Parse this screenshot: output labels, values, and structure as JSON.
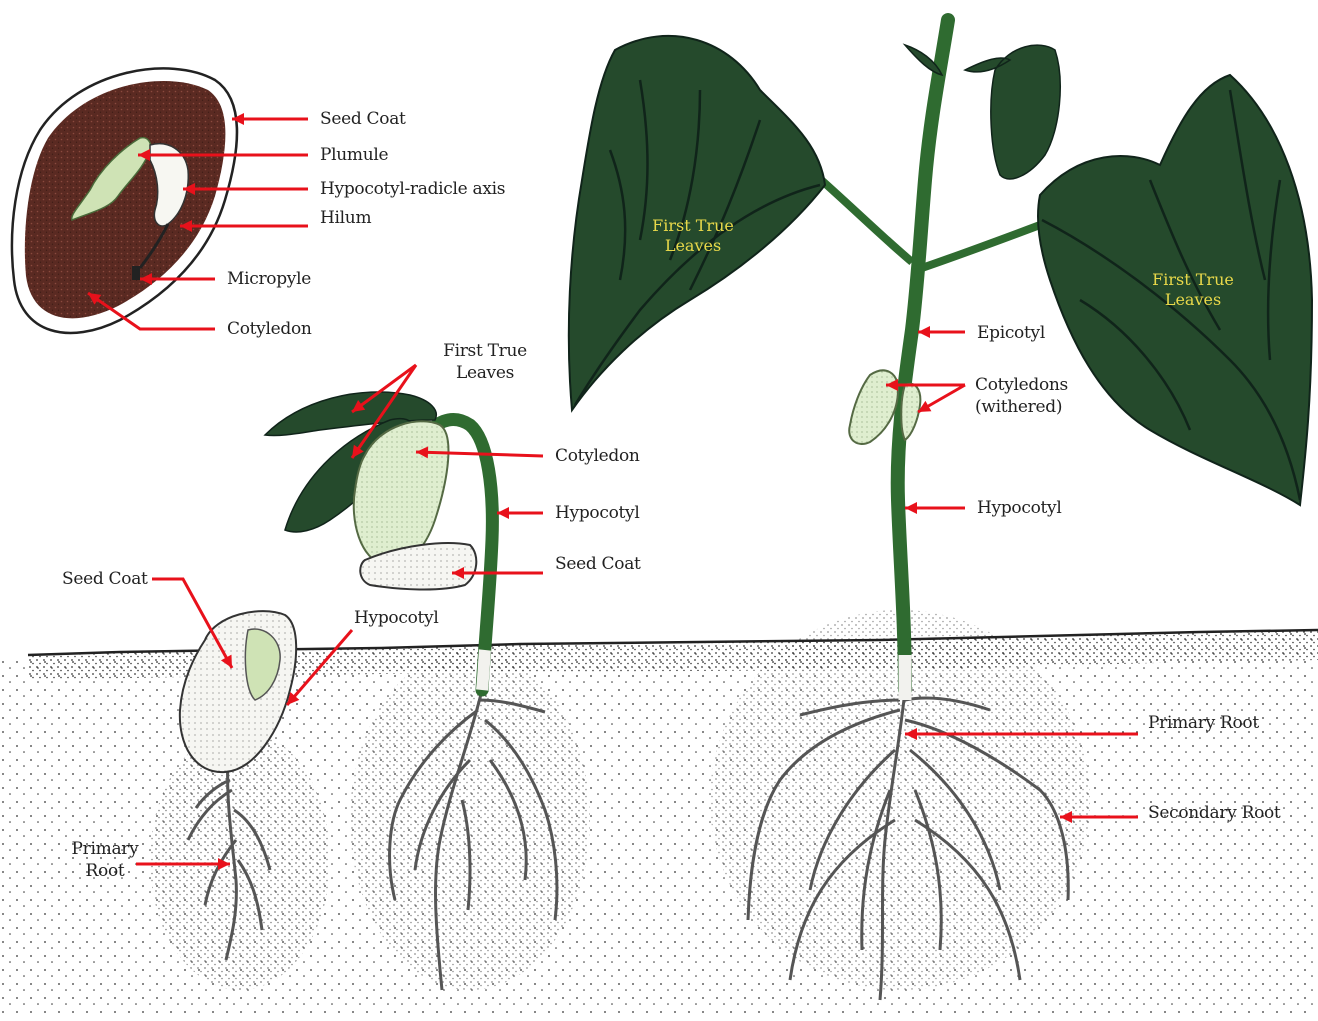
{
  "colors": {
    "arrow": "#e8111b",
    "leaf": "#254a2c",
    "leaf_vein": "#10241a",
    "stem": "#2f6b30",
    "seed": "#5a2a22",
    "cotyledon_pale": "#dfeecf",
    "soil_line": "#222222",
    "leaf_label": "#e8d84a"
  },
  "seed": {
    "labels": {
      "seed_coat": "Seed Coat",
      "plumule": "Plumule",
      "axis": "Hypocotyl-radicle axis",
      "hilum": "Hilum",
      "micropyle": "Micropyle",
      "cotyledon": "Cotyledon"
    }
  },
  "stage1": {
    "seed_coat": "Seed Coat",
    "hypocotyl": "Hypocotyl",
    "primary_root": "Primary Root"
  },
  "stage2": {
    "first_true_leaves": "First True Leaves",
    "cotyledon": "Cotyledon",
    "hypocotyl": "Hypocotyl",
    "seed_coat": "Seed Coat"
  },
  "stage3": {
    "leaf_left": "First True Leaves",
    "leaf_right": "First True Leaves",
    "epicotyl": "Epicotyl",
    "cotyledons": "Cotyledons (withered)",
    "hypocotyl": "Hypocotyl",
    "primary_root": "Primary Root",
    "secondary_root": "Secondary Root"
  }
}
